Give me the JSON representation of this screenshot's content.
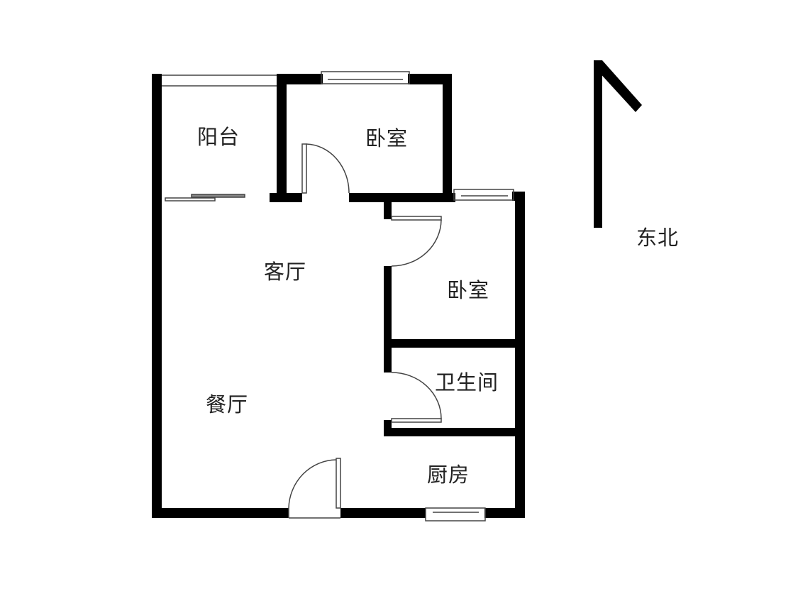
{
  "rooms": {
    "balcony": "阳台",
    "bedroom_north": "卧室",
    "living_room": "客厅",
    "bedroom_east": "卧室",
    "bathroom": "卫生间",
    "dining_room": "餐厅",
    "kitchen": "厨房"
  },
  "compass": {
    "label": "东北"
  },
  "colors": {
    "wall": "#000000",
    "line": "#333333"
  }
}
